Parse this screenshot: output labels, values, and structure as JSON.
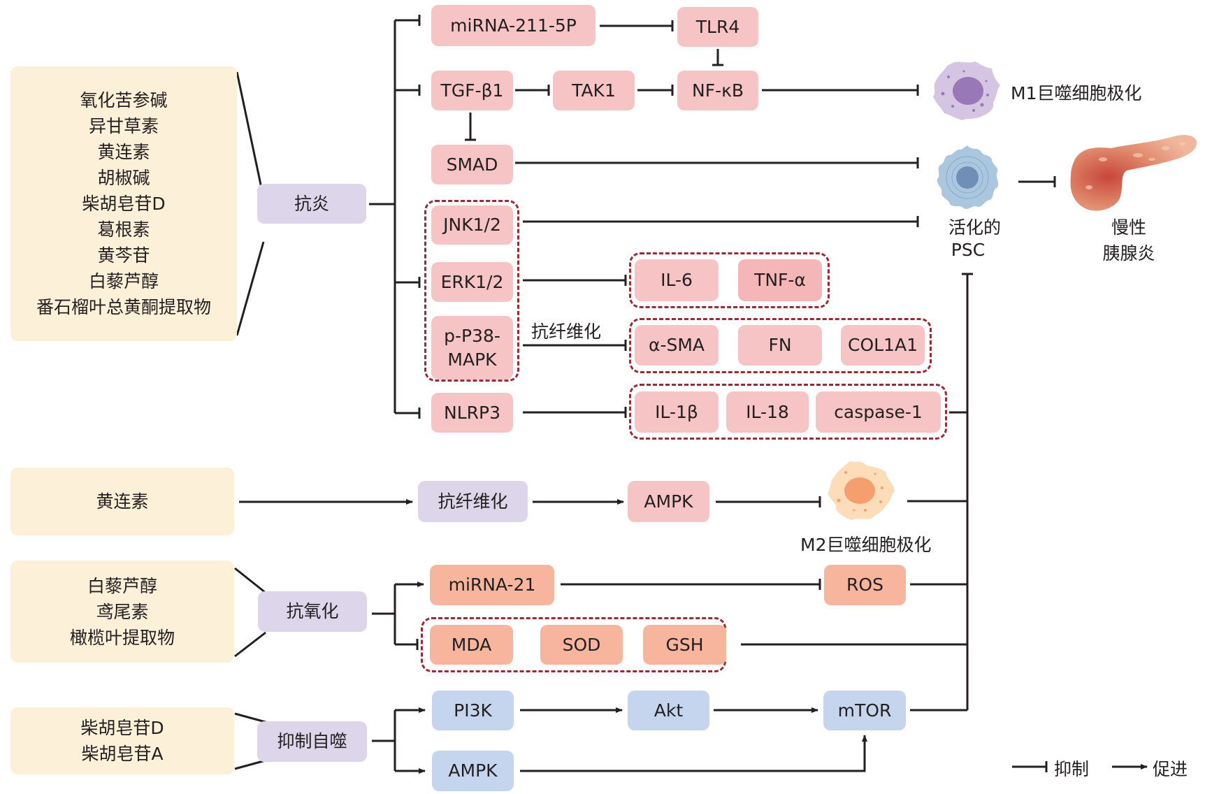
{
  "colors": {
    "source_box": "#fdf0d8",
    "effect_box": "#ddd6ea",
    "inflammatory_node": "#f6c4c4",
    "tnf_node": "#f4b6b6",
    "oxidative_node": "#f7b59e",
    "autophagy_node": "#c6d5ee",
    "group_border": "#9b2a35",
    "line": "#231f20"
  },
  "sources": {
    "anti_inflammatory": [
      "氧化苦参碱",
      "异甘草素",
      "黄连素",
      "胡椒碱",
      "柴胡皂苷D",
      "葛根素",
      "黄芩苷",
      "白藜芦醇",
      "番石榴叶总黄酮提取物"
    ],
    "anti_fibrosis": [
      "黄连素"
    ],
    "antioxidant": [
      "白藜芦醇",
      "鸢尾素",
      "橄榄叶提取物"
    ],
    "autophagy": [
      "柴胡皂苷D",
      "柴胡皂苷A"
    ]
  },
  "effects": {
    "anti_inflammatory": "抗炎",
    "anti_fibrosis": "抗纤维化",
    "antioxidant": "抗氧化",
    "autophagy": "抑制自噬"
  },
  "nodes": {
    "mirna_211": "miRNA-211-5P",
    "tlr4": "TLR4",
    "tgf_b1": "TGF-β1",
    "tak1": "TAK1",
    "nfkb": "NF-κB",
    "smad": "SMAD",
    "jnk": "JNK1/2",
    "erk": "ERK1/2",
    "p38": "p-P38-\nMAPK",
    "nlrp3": "NLRP3",
    "il6": "IL-6",
    "tnfa": "TNF-α",
    "asma": "α-SMA",
    "fn": "FN",
    "col1a1": "COL1A1",
    "il1b": "IL-1β",
    "il18": "IL-18",
    "caspase1": "caspase-1",
    "ampk_fib": "AMPK",
    "mirna_21": "miRNA-21",
    "ros": "ROS",
    "mda": "MDA",
    "sod": "SOD",
    "gsh": "GSH",
    "pi3k": "PI3K",
    "akt": "Akt",
    "mtor": "mTOR",
    "ampk_auto": "AMPK"
  },
  "annotations": {
    "antifibrosis_edge": "抗纤维化"
  },
  "targets": {
    "m1": "M1巨噬细胞极化",
    "m2": "M2巨噬细胞极化",
    "psc_line1": "活化的",
    "psc_line2": "PSC",
    "cp_line1": "慢性",
    "cp_line2": "胰腺炎"
  },
  "icons": {
    "m1": "m1-macrophage-icon",
    "m2": "m2-macrophage-icon",
    "psc": "stellate-cell-icon",
    "pancreas": "pancreas-icon"
  },
  "legend": {
    "inhibit": "抑制",
    "promote": "促进"
  }
}
